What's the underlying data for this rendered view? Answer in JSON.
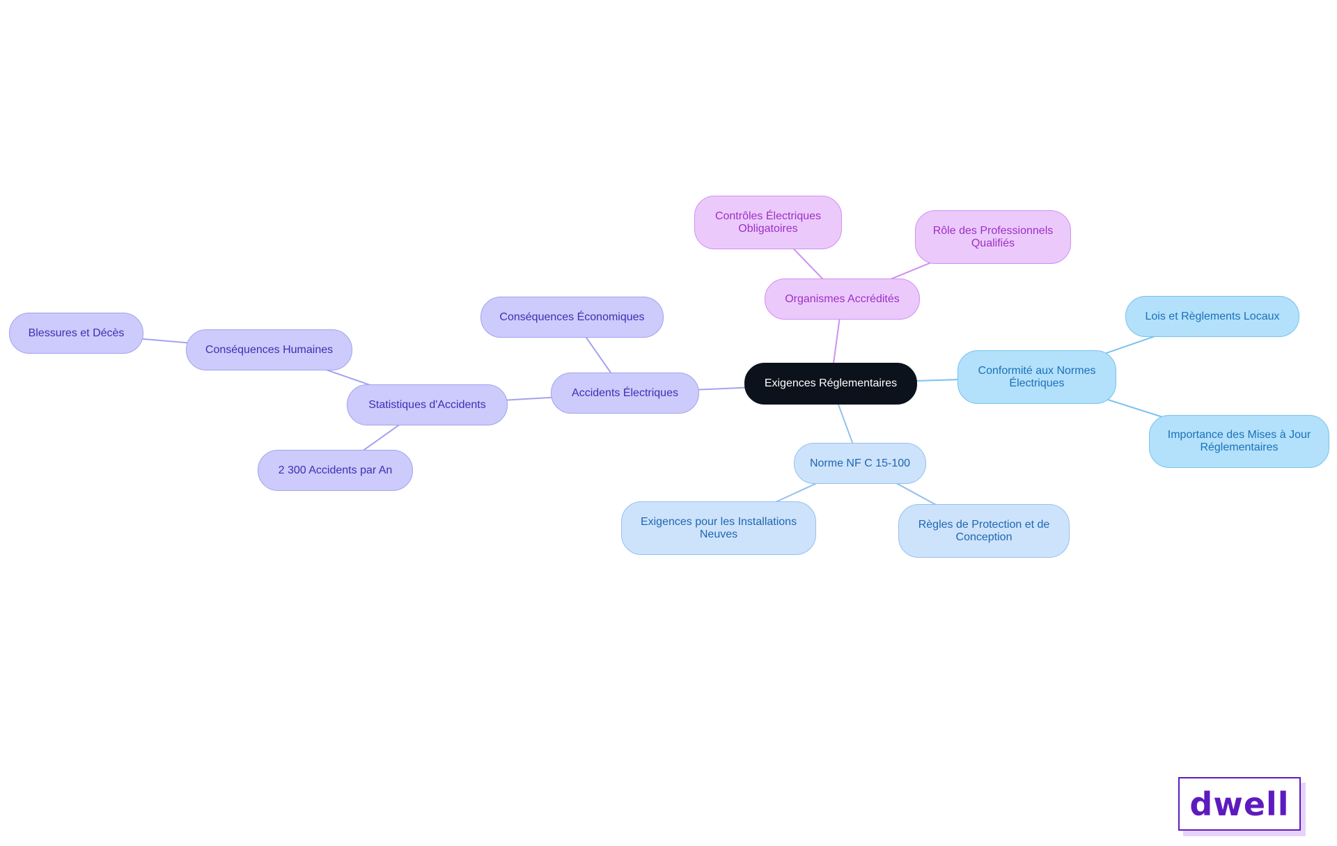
{
  "colors": {
    "root_fill": "#0c121c",
    "purple_fill": "#ebcafb",
    "purple_stroke": "#cf8ff0",
    "purple_text": "#9d2fc6",
    "sky_fill": "#b3e0fb",
    "sky_stroke": "#78c2ef",
    "sky_text": "#1a72b8",
    "light_fill": "#cde3fb",
    "light_stroke": "#93c0ef",
    "light_text": "#1e66b0",
    "indigo_fill": "#cccbfb",
    "indigo_stroke": "#a3a1ef",
    "indigo_text": "#3b30b5",
    "logo_color": "#5d1bbf"
  },
  "mindmap": {
    "root": {
      "lines": [
        "Exigences Réglementaires"
      ]
    },
    "branches": {
      "organismes": {
        "label": [
          "Organismes Accrédités"
        ],
        "children": {
          "controles": [
            "Contrôles Électriques",
            "Obligatoires"
          ],
          "role": [
            "Rôle des Professionnels",
            "Qualifiés"
          ]
        }
      },
      "conformite": {
        "label": [
          "Conformité aux Normes",
          "Électriques"
        ],
        "children": {
          "lois": [
            "Lois et Règlements Locaux"
          ],
          "importance": [
            "Importance des Mises à Jour",
            "Réglementaires"
          ]
        }
      },
      "norme": {
        "label": [
          "Norme NF C 15-100"
        ],
        "children": {
          "exigences": [
            "Exigences pour les Installations",
            "Neuves"
          ],
          "regles": [
            "Règles de Protection et de",
            "Conception"
          ]
        }
      },
      "accidents": {
        "label": [
          "Accidents Électriques"
        ],
        "children": {
          "economiques": [
            "Conséquences Économiques"
          ],
          "statistiques": {
            "label": [
              "Statistiques d'Accidents"
            ],
            "children": {
              "humaines": {
                "label": [
                  "Conséquences Humaines"
                ],
                "children": {
                  "blessures": [
                    "Blessures et Décès"
                  ]
                }
              },
              "accidents_par_an": [
                "2 300 Accidents par An"
              ]
            }
          }
        }
      }
    }
  },
  "logo": {
    "text": "dwell"
  }
}
